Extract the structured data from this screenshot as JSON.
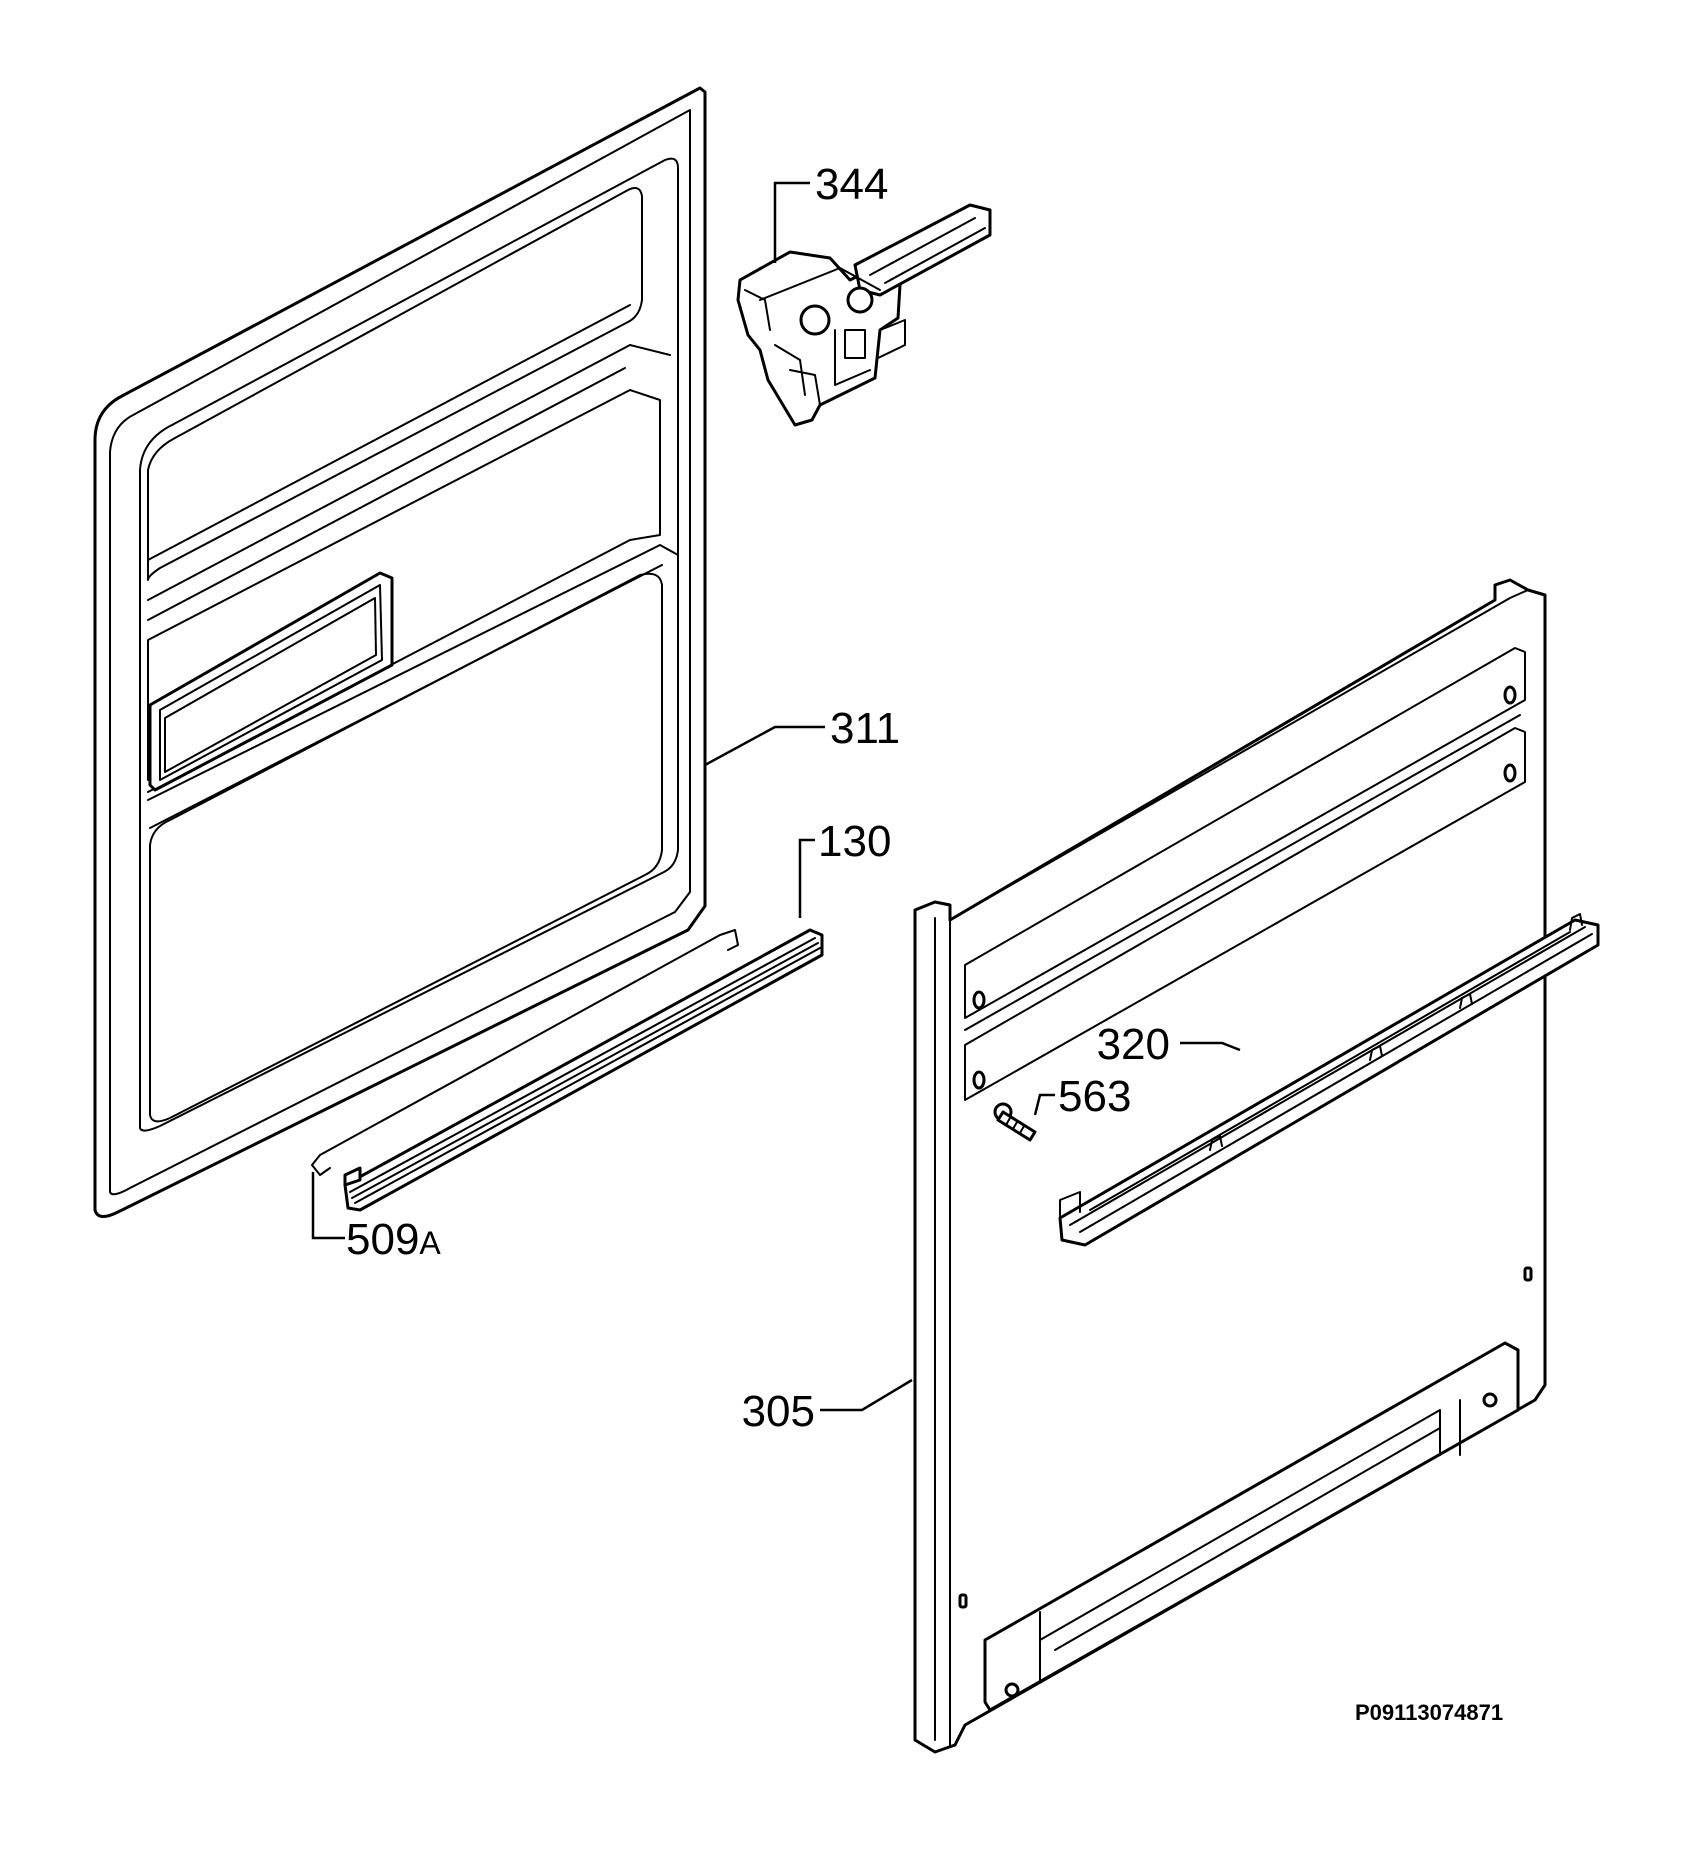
{
  "diagram": {
    "callouts": {
      "c344": "344",
      "c311": "311",
      "c130": "130",
      "c509": "509",
      "c509_suffix": "A",
      "c320": "320",
      "c563": "563",
      "c305": "305"
    },
    "document_code": "P09113074871"
  }
}
